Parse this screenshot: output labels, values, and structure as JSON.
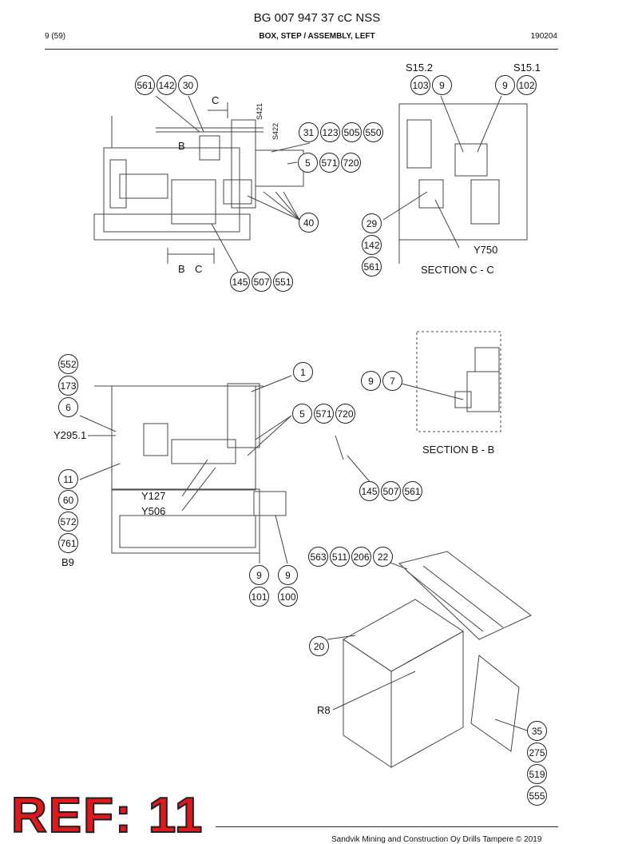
{
  "header": {
    "title": "BG 007 947 37 cC NSS",
    "page": "9 (59)",
    "subtitle": "BOX, STEP / ASSEMBLY, LEFT",
    "date": "190204"
  },
  "top_left": {
    "bubbles": [
      "561",
      "142",
      "30",
      "31",
      "123",
      "505",
      "550",
      "5",
      "571",
      "720",
      "40",
      "145",
      "507",
      "551"
    ],
    "labels": [
      "C",
      "B",
      "B",
      "C",
      "S421",
      "S422"
    ]
  },
  "section_cc": {
    "labels": [
      "S15.2",
      "S15.1",
      "Y750"
    ],
    "bubbles": [
      "103",
      "9",
      "9",
      "102",
      "29",
      "142",
      "561"
    ],
    "title": "SECTION C - C"
  },
  "middle_left": {
    "bubbles": [
      "552",
      "173",
      "6",
      "1",
      "5",
      "571",
      "720",
      "11",
      "60",
      "572",
      "761",
      "9",
      "9",
      "101",
      "100"
    ],
    "labels": [
      "Y295.1",
      "Y127",
      "Y506",
      "B9"
    ]
  },
  "section_bb": {
    "bubbles": [
      "9",
      "7",
      "145",
      "507",
      "561"
    ],
    "title": "SECTION B - B"
  },
  "bottom_right": {
    "bubbles": [
      "563",
      "511",
      "206",
      "22",
      "20",
      "35",
      "275",
      "519",
      "555"
    ],
    "labels": [
      "R8"
    ]
  },
  "stamp": "REF: 11",
  "footer": "Sandvik Mining and Construction Oy Drills Tampere © 2019"
}
